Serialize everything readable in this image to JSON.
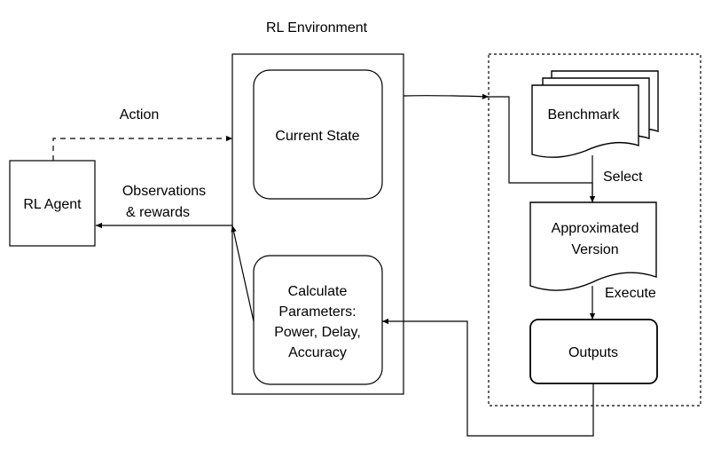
{
  "environment": {
    "title": "RL Environment",
    "current_state": "Current State",
    "calculate": [
      "Calculate",
      "Parameters:",
      "Power, Delay,",
      "Accuracy"
    ]
  },
  "agent": {
    "label": "RL Agent"
  },
  "edges": {
    "action": "Action",
    "observations": [
      "Observations",
      "& rewards"
    ],
    "select": "Select",
    "execute": "Execute"
  },
  "pipeline": {
    "benchmark": "Benchmark",
    "approximated": [
      "Approximated",
      "Version"
    ],
    "outputs": "Outputs"
  }
}
